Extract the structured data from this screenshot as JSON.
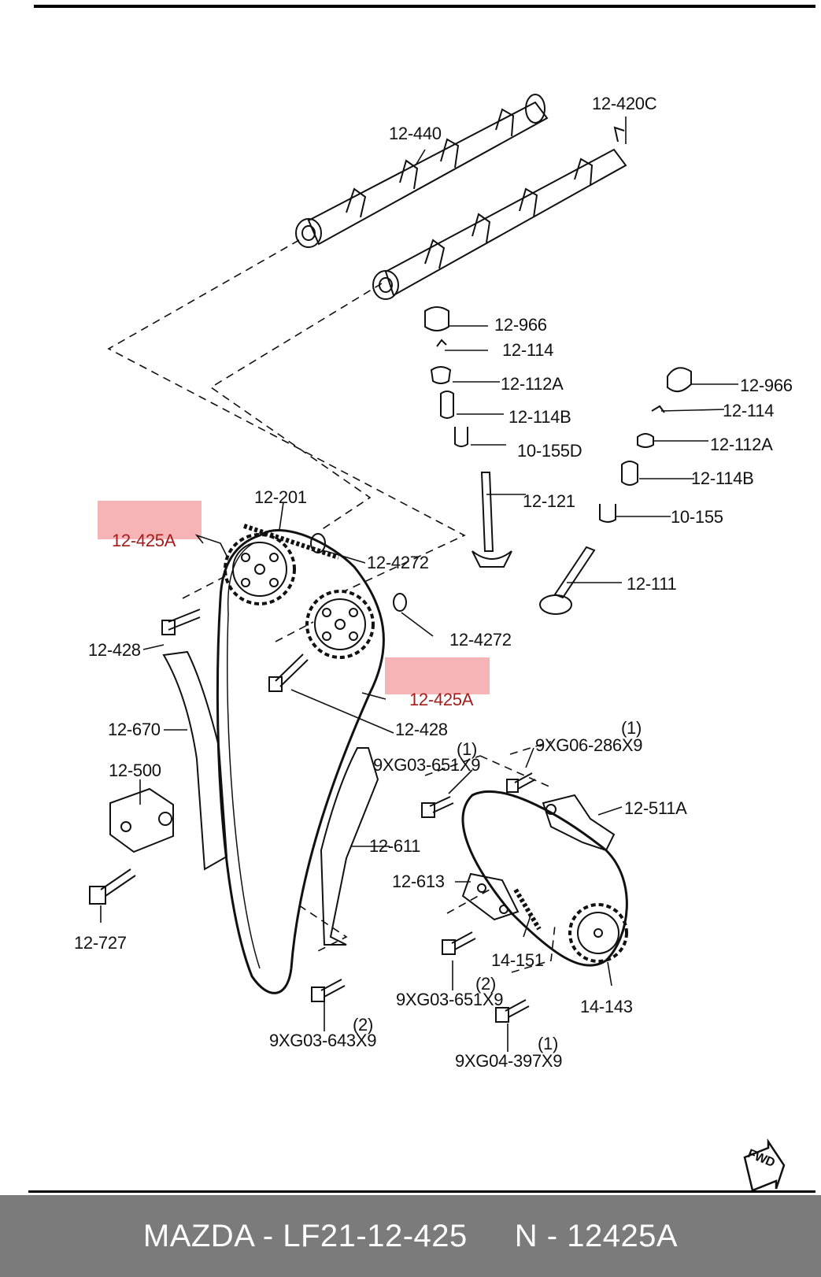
{
  "labels": {
    "l_12_440": "12-440",
    "l_12_420c": "12-420C",
    "l_12_966_a": "12-966",
    "l_12_114_a": "12-114",
    "l_12_112a_a": "12-112A",
    "l_12_114b_a": "12-114B",
    "l_10_155d": "10-155D",
    "l_12_121": "12-121",
    "l_12_966_b": "12-966",
    "l_12_114_b": "12-114",
    "l_12_112a_b": "12-112A",
    "l_12_114b_b": "12-114B",
    "l_10_155": "10-155",
    "l_12_111": "12-111",
    "l_12_201": "12-201",
    "l_12_425a_a": "12-425A",
    "l_12_4272_a": "12-4272",
    "l_12_4272_b": "12-4272",
    "l_12_428_a": "12-428",
    "l_12_425a_b": "12-425A",
    "l_12_428_b": "12-428",
    "l_12_670": "12-670",
    "l_12_500": "12-500",
    "l_12_727": "12-727",
    "l_9xg06_286x9": "9XG06-286X9",
    "l_9xg06_qty": "(1)",
    "l_9xg03_651x9_a": "9XG03-651X9",
    "l_9xg03_651x9_a_qty": "(1)",
    "l_12_511a": "12-511A",
    "l_12_611": "12-611",
    "l_12_613": "12-613",
    "l_14_151": "14-151",
    "l_9xg03_651x9_b": "9XG03-651X9",
    "l_9xg03_651x9_b_qty": "(2)",
    "l_14_143": "14-143",
    "l_9xg03_643x9": "9XG03-643X9",
    "l_9xg03_643x9_qty": "(2)",
    "l_9xg04_397x9": "9XG04-397X9",
    "l_9xg04_qty": "(1)",
    "fwd": "FWD"
  },
  "highlight_color": "#f5a7aa",
  "footer": {
    "left": "MAZDA - LF21-12-425",
    "right": "N - 12425A",
    "background": "#7b7b7b"
  }
}
